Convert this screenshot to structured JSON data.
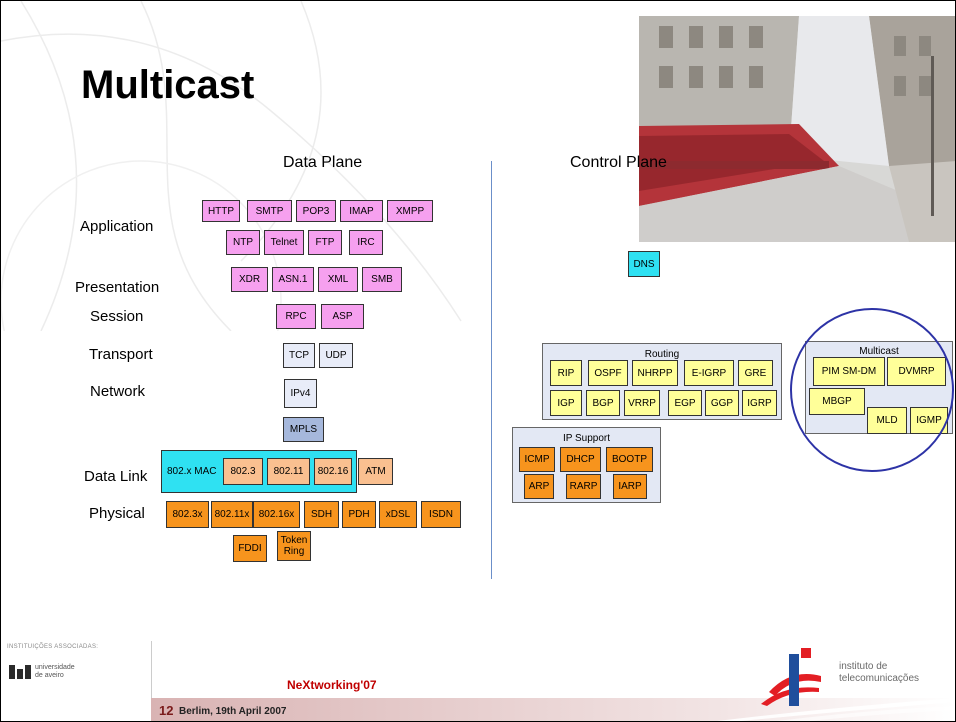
{
  "slide": {
    "title": "Multicast",
    "data_plane_label": "Data Plane",
    "control_plane_label": "Control Plane"
  },
  "layers": {
    "application": "Application",
    "presentation": "Presentation",
    "session": "Session",
    "transport": "Transport",
    "network": "Network",
    "datalink": "Data Link",
    "physical": "Physical"
  },
  "data_plane": {
    "app_row1": [
      "HTTP",
      "SMTP",
      "POP3",
      "IMAP",
      "XMPP"
    ],
    "app_row2": [
      "NTP",
      "Telnet",
      "FTP",
      "IRC"
    ],
    "presentation": [
      "XDR",
      "ASN.1",
      "XML",
      "SMB"
    ],
    "session": [
      "RPC",
      "ASP"
    ],
    "transport": [
      "TCP",
      "UDP"
    ],
    "network": [
      "IPv4"
    ],
    "mpls": "MPLS",
    "datalink": [
      "802.x MAC",
      "802.3",
      "802.11",
      "802.16",
      "ATM"
    ],
    "physical_row1": [
      "802.3x",
      "802.11x",
      "802.16x",
      "SDH",
      "PDH",
      "xDSL",
      "ISDN"
    ],
    "physical_row2": [
      "FDDI",
      "Token Ring"
    ]
  },
  "control_plane": {
    "dns": "DNS",
    "routing": {
      "title": "Routing",
      "row1": [
        "RIP",
        "OSPF",
        "NHRPP",
        "E-IGRP",
        "GRE"
      ],
      "row2": [
        "IGP",
        "BGP",
        "VRRP",
        "EGP",
        "GGP",
        "IGRP"
      ]
    },
    "ip_support": {
      "title": "IP Support",
      "row1": [
        "ICMP",
        "DHCP",
        "BOOTP"
      ],
      "row2": [
        "ARP",
        "RARP",
        "IARP"
      ]
    },
    "multicast": {
      "title": "Multicast",
      "items": [
        "PIM SM-DM",
        "DVMRP",
        "MBGP",
        "MLD",
        "IGMP"
      ]
    }
  },
  "footer": {
    "associations": "INSTITUIÇÕES ASSOCIADAS:",
    "university_line1": "universidade",
    "university_line2": "de aveiro",
    "event": "NeXtworking'07",
    "page_number": "12",
    "date_place": "Berlim, 19th April 2007",
    "institute_line1": "instituto de",
    "institute_line2": "telecomunicações"
  },
  "colors": {
    "application": "#f6a0ef",
    "transport": "#e8ecf8",
    "mpls": "#a6b8dc",
    "mac": "#2fe1f2",
    "datalink": "#fac090",
    "physical": "#f7941d",
    "control": "#ffff99",
    "circle": "#2d33a6",
    "event_text": "#c00000",
    "logo_red": "#e31e24",
    "logo_blue": "#1f4e9c"
  }
}
